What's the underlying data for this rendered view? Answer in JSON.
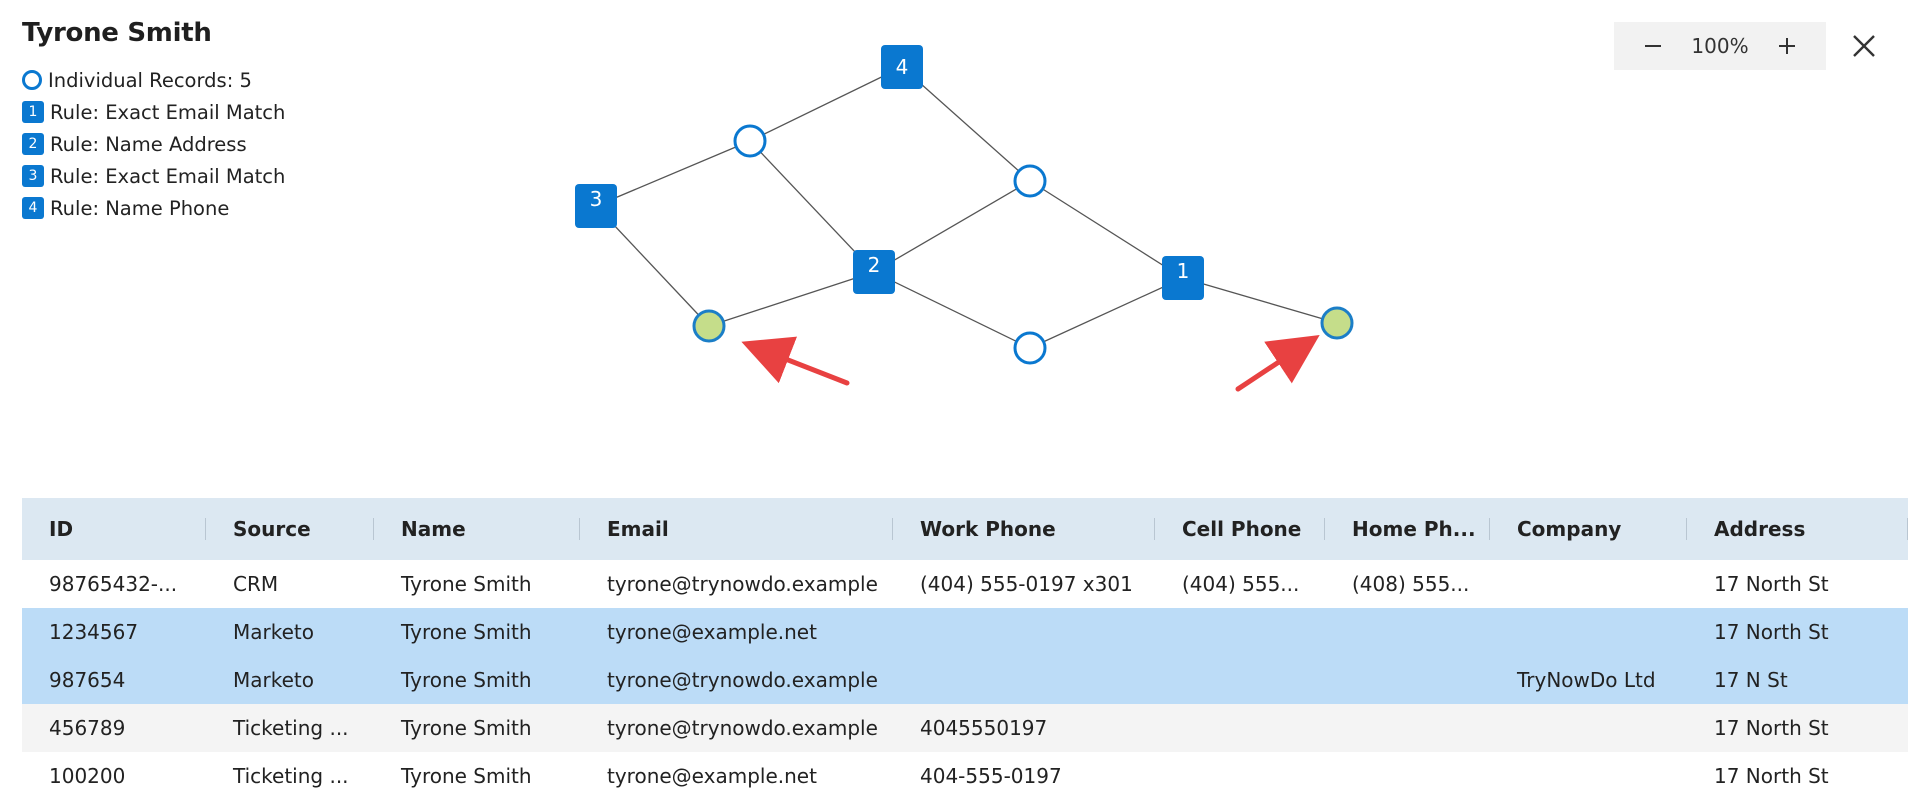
{
  "panel": {
    "title": "Tyrone Smith"
  },
  "legend": {
    "records": "Individual Records: 5",
    "rules": [
      {
        "num": "1",
        "label": "Rule: Exact Email Match"
      },
      {
        "num": "2",
        "label": "Rule: Name Address"
      },
      {
        "num": "3",
        "label": "Rule: Exact Email Match"
      },
      {
        "num": "4",
        "label": "Rule: Name Phone"
      }
    ]
  },
  "zoom": {
    "value": "100%",
    "minus_icon": "minus-icon",
    "plus_icon": "plus-icon",
    "close_icon": "close-icon"
  },
  "graph": {
    "colors": {
      "rule_node": "#0a78d0",
      "record_stroke": "#0a78d0",
      "highlighted_record": "#c5dd8a",
      "highlighted_stroke": "#1b7ec7",
      "edge": "#555555",
      "arrow": "#e84141"
    },
    "rule_nodes": [
      "1",
      "2",
      "3",
      "4"
    ]
  },
  "table": {
    "columns": [
      "ID",
      "Source",
      "Name",
      "Email",
      "Work Phone",
      "Cell Phone",
      "Home Ph...",
      "Company",
      "Address"
    ],
    "rows": [
      {
        "state": "default",
        "cells": [
          "98765432-...",
          "CRM",
          "Tyrone Smith",
          "tyrone@trynowdo.example",
          "(404) 555-0197 x301",
          "(404) 555...",
          "(408) 555...",
          "",
          "17 North St"
        ]
      },
      {
        "state": "selected",
        "cells": [
          "1234567",
          "Marketo",
          "Tyrone Smith",
          "tyrone@example.net",
          "",
          "",
          "",
          "",
          "17 North St"
        ]
      },
      {
        "state": "selected",
        "cells": [
          "987654",
          "Marketo",
          "Tyrone Smith",
          "tyrone@trynowdo.example",
          "",
          "",
          "",
          "TryNowDo Ltd",
          "17 N St"
        ]
      },
      {
        "state": "alt",
        "cells": [
          "456789",
          "Ticketing ...",
          "Tyrone Smith",
          "tyrone@trynowdo.example",
          "4045550197",
          "",
          "",
          "",
          "17 North St"
        ]
      },
      {
        "state": "default",
        "cells": [
          "100200",
          "Ticketing ...",
          "Tyrone Smith",
          "tyrone@example.net",
          "404-555-0197",
          "",
          "",
          "",
          "17 North St"
        ]
      }
    ]
  }
}
